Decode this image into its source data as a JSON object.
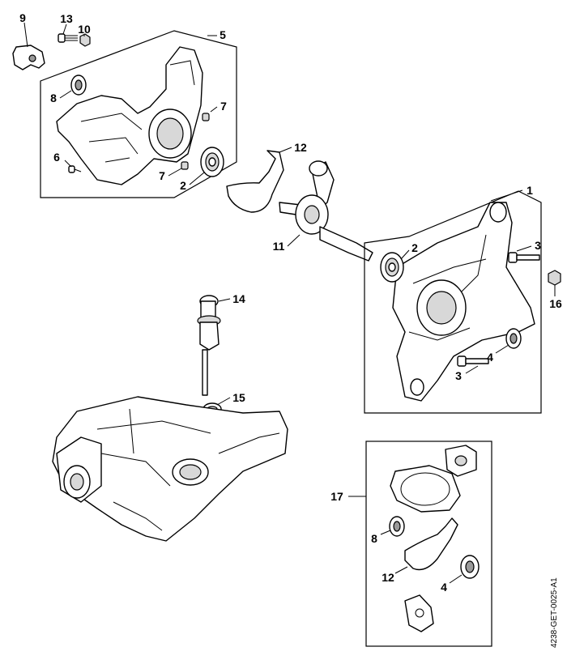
{
  "callouts": [
    {
      "id": "c9",
      "text": "9"
    },
    {
      "id": "c13",
      "text": "13"
    },
    {
      "id": "c10",
      "text": "10"
    },
    {
      "id": "c5",
      "text": "5"
    },
    {
      "id": "c8a",
      "text": "8"
    },
    {
      "id": "c7a",
      "text": "7"
    },
    {
      "id": "c6",
      "text": "6"
    },
    {
      "id": "c7b",
      "text": "7"
    },
    {
      "id": "c2a",
      "text": "2"
    },
    {
      "id": "c12a",
      "text": "12"
    },
    {
      "id": "c1",
      "text": "1"
    },
    {
      "id": "c11",
      "text": "11"
    },
    {
      "id": "c2b",
      "text": "2"
    },
    {
      "id": "c3a",
      "text": "3"
    },
    {
      "id": "c16",
      "text": "16"
    },
    {
      "id": "c14",
      "text": "14"
    },
    {
      "id": "c4a",
      "text": "4"
    },
    {
      "id": "c3b",
      "text": "3"
    },
    {
      "id": "c15",
      "text": "15"
    },
    {
      "id": "c17",
      "text": "17"
    },
    {
      "id": "c8b",
      "text": "8"
    },
    {
      "id": "c12b",
      "text": "12"
    },
    {
      "id": "c4b",
      "text": "4"
    }
  ],
  "document_ref": "4238-GET-0025-A1"
}
